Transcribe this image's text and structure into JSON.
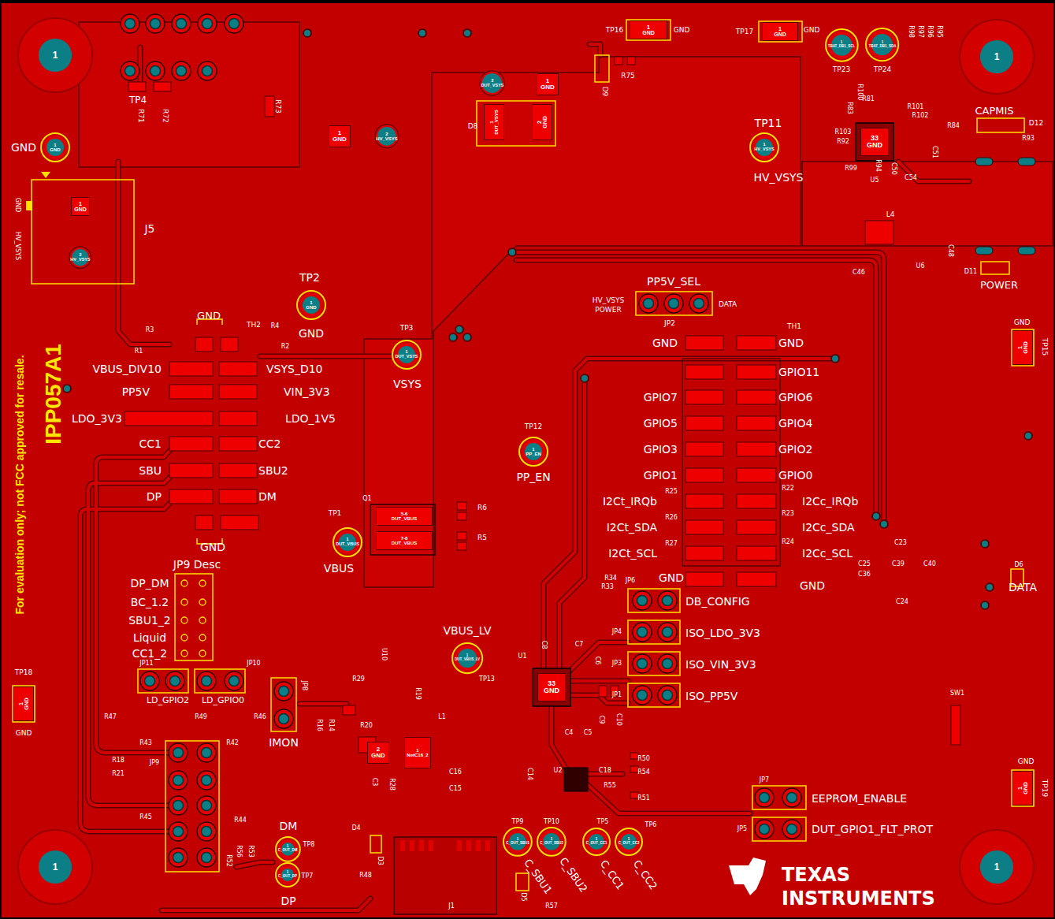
{
  "diagram": {
    "nodes": [
      {
        "text": [
          "1"
        ]
      },
      {
        "text": [
          "1"
        ]
      },
      {
        "text": [
          "1"
        ]
      },
      {
        "text": [
          "1"
        ]
      },
      {
        "text": [
          "1 GND"
        ]
      },
      {
        "text": [
          "1 GND"
        ]
      },
      {
        "text": [
          "2 HV_VSYS"
        ]
      },
      {
        "text": [
          "1 GND"
        ]
      },
      {
        "text": [
          "2 HV_VSYS"
        ]
      },
      {
        "text": [
          "1 GND"
        ]
      },
      {
        "text": [
          "1 DUT_VSYS"
        ]
      },
      {
        "text": [
          "1 DUT_VBUS"
        ]
      },
      {
        "text": [
          "5-6 DUT_VBUS"
        ]
      },
      {
        "text": [
          "7-8 DUT_VBUS"
        ]
      },
      {
        "text": [
          "1 PP_EN"
        ]
      },
      {
        "text": [
          "2 DUT_VSYS"
        ]
      },
      {
        "text": [
          "1 GND"
        ]
      },
      {
        "text": [
          "1 DUT_VSYS"
        ]
      },
      {
        "text": [
          "2 GND"
        ]
      },
      {
        "text": [
          "1 GND"
        ]
      },
      {
        "text": [
          "1 GND"
        ]
      },
      {
        "text": [
          "1 TBAT_DB1_SCL"
        ]
      },
      {
        "text": [
          "1 TBAT_DB1_SDA"
        ]
      },
      {
        "text": [
          "1 HV_VSYS"
        ]
      },
      {
        "text": [
          "33 GND"
        ]
      },
      {
        "text": [
          "1 GND"
        ]
      },
      {
        "text": [
          "1 GND"
        ]
      },
      {
        "text": [
          "1 GND"
        ]
      },
      {
        "text": [
          "1 DUT_VBUS_LV"
        ]
      },
      {
        "text": [
          "33 GND"
        ]
      },
      {
        "text": [
          "2 GND"
        ]
      },
      {
        "text": [
          "1 NetC16_2"
        ]
      },
      {
        "text": [
          "1 C_OUT_SBU1"
        ]
      },
      {
        "text": [
          "1 C_OUT_SBU2"
        ]
      },
      {
        "text": [
          "1 C_OUT_CC1"
        ]
      },
      {
        "text": [
          "1 C_OUT_CC2"
        ]
      },
      {
        "text": [
          "1 C_OUT_DM"
        ]
      },
      {
        "text": [
          "1 C_OUT_DP"
        ]
      }
    ],
    "labels": [
      "TP4",
      "R71",
      "R72",
      "R73",
      "D9",
      "R75",
      "TP16",
      "GND",
      "TP17",
      "GND",
      "TP23",
      "TP24",
      "R98",
      "R97",
      "R96",
      "R95",
      "R100",
      "R83",
      "R81",
      "R101",
      "R102",
      "R103",
      "R92",
      "R99",
      "U5",
      "R94",
      "C50",
      "C54",
      "R84",
      "CAPMIS",
      "D12",
      "R93",
      "C51",
      "L4",
      "C46",
      "U6",
      "C48",
      "D11",
      "POWER",
      "TP11",
      "HV_VSYS",
      "GND",
      "J5",
      "GND",
      "HV_VSYS",
      "For evaluation only; not FCC approved for resale.",
      "IPP057A1",
      "TP2",
      "GND",
      "GND",
      "TH2",
      "R3",
      "R4",
      "R1",
      "R2",
      "VBUS_DIV10",
      "VSYS_D10",
      "PP5V",
      "VIN_3V3",
      "LDO_3V3",
      "LDO_1V5",
      "CC1",
      "CC2",
      "SBU",
      "SBU2",
      "DP",
      "DM",
      "GND",
      "JP9 Desc",
      "DP_DM",
      "BC_1.2",
      "SBU1_2",
      "Liquid",
      "CC1_2",
      "TP3",
      "VSYS",
      "TP1",
      "VBUS",
      "Q1",
      "R6",
      "R5",
      "TP12",
      "PP_EN",
      "D8",
      "PP5V_SEL",
      "HV_VSYS",
      "POWER",
      "JP2",
      "DATA",
      "TH1",
      "GND",
      "GND",
      "GPIO11",
      "GPIO7",
      "GPIO6",
      "GPIO5",
      "GPIO4",
      "GPIO3",
      "GPIO2",
      "GPIO1",
      "GPIO0",
      "R25",
      "R22",
      "I2Ct_IRQb",
      "I2Cc_IRQb",
      "R26",
      "R23",
      "I2Ct_SDA",
      "I2Cc_SDA",
      "R27",
      "R24",
      "I2Ct_SCL",
      "I2Cc_SCL",
      "GND",
      "GND",
      "C23",
      "C25",
      "C39",
      "C40",
      "C36",
      "C24",
      "D6",
      "DATA",
      "GND",
      "TP15",
      "SW1",
      "TP18",
      "GND",
      "GND",
      "TP19",
      "R34",
      "R33",
      "JP6",
      "DB_CONFIG",
      "JP4",
      "ISO_LDO_3V3",
      "JP3",
      "ISO_VIN_3V3",
      "JP1",
      "ISO_PP5V",
      "U1",
      "C8",
      "C7",
      "C6",
      "C4",
      "C5",
      "C9",
      "C10",
      "VBUS_LV",
      "TP13",
      "U10",
      "R29",
      "R19",
      "R16",
      "R14",
      "R20",
      "C3",
      "R28",
      "L1",
      "C16",
      "C15",
      "D4",
      "D3",
      "R48",
      "J1",
      "U2",
      "C14",
      "C18",
      "R50",
      "R54",
      "R55",
      "R51",
      "TP9",
      "TP10",
      "TP5",
      "TP6",
      "C_SBU1",
      "C_SBU2",
      "C_CC1",
      "C_CC2",
      "D5",
      "R57",
      "JP7",
      "EEPROM_ENABLE",
      "JP5",
      "DUT_GPIO1_FLT_PROT",
      "TEXAS",
      "INSTRUMENTS",
      "JP11",
      "LD_GPIO2",
      "JP10",
      "LD_GPIO0",
      "JP8",
      "IMON",
      "R47",
      "R49",
      "R46",
      "R43",
      "R42",
      "R18",
      "R21",
      "JP9",
      "R45",
      "R44",
      "R52",
      "R56",
      "R53",
      "DM",
      "TP8",
      "TP7",
      "DP"
    ]
  }
}
